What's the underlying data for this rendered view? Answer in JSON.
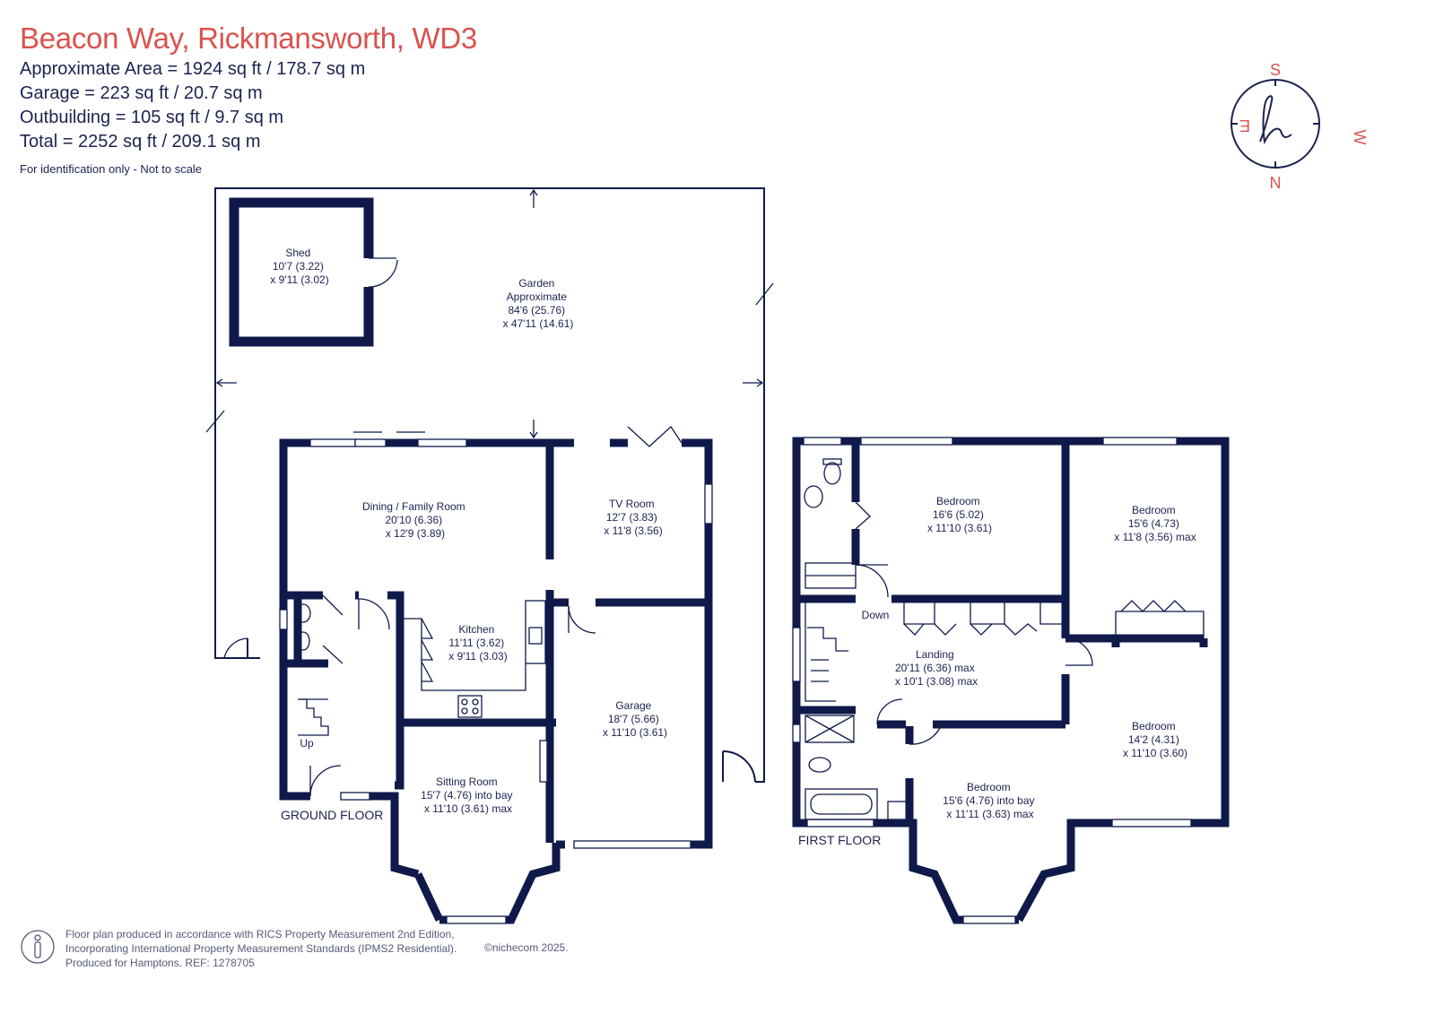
{
  "header": {
    "title": "Beacon Way, Rickmansworth, WD3",
    "areas": [
      "Approximate Area = 1924 sq ft / 178.7 sq m",
      "Garage = 223 sq ft / 20.7 sq m",
      "Outbuilding = 105 sq ft / 9.7 sq m",
      "Total = 2252 sq ft / 209.1 sq m"
    ],
    "note": "For identification only - Not to scale"
  },
  "compass": {
    "n": "N",
    "s": "S",
    "e": "E",
    "w": "W",
    "logo_glyph": "h"
  },
  "ground_floor": {
    "label": "GROUND FLOOR",
    "rooms": {
      "shed": [
        "Shed",
        "10'7 (3.22)",
        "x 9'11 (3.02)"
      ],
      "garden": [
        "Garden",
        "Approximate",
        "84'6 (25.76)",
        "x 47'11 (14.61)"
      ],
      "dining": [
        "Dining / Family Room",
        "20'10 (6.36)",
        "x 12'9 (3.89)"
      ],
      "tv": [
        "TV Room",
        "12'7 (3.83)",
        "x 11'8 (3.56)"
      ],
      "kitchen": [
        "Kitchen",
        "11'11 (3.62)",
        "x 9'11 (3.03)"
      ],
      "garage": [
        "Garage",
        "18'7 (5.66)",
        "x 11'10 (3.61)"
      ],
      "sitting": [
        "Sitting Room",
        "15'7 (4.76) into bay",
        "x 11'10 (3.61) max"
      ]
    },
    "up_label": "Up"
  },
  "first_floor": {
    "label": "FIRST FLOOR",
    "rooms": {
      "bed1": [
        "Bedroom",
        "16'6 (5.02)",
        "x 11'10 (3.61)"
      ],
      "bed2": [
        "Bedroom",
        "15'6 (4.73)",
        "x 11'8 (3.56) max"
      ],
      "landing": [
        "Landing",
        "20'11 (6.36) max",
        "x 10'1 (3.08) max"
      ],
      "bed3": [
        "Bedroom",
        "14'2 (4.31)",
        "x 11'10 (3.60)"
      ],
      "bed4": [
        "Bedroom",
        "15'6 (4.76) into bay",
        "x 11'11 (3.63) max"
      ]
    },
    "down_label": "Down"
  },
  "footer": {
    "lines": [
      "Floor plan produced in accordance with RICS Property Measurement 2nd Edition,",
      "Incorporating International Property Measurement Standards (IPMS2 Residential).",
      "Produced for Hamptons.   REF: 1278705"
    ],
    "copyright": "©nichecom 2025."
  },
  "colors": {
    "wall": "#0f1a4a",
    "title": "#d9534f",
    "text": "#1c2350"
  }
}
